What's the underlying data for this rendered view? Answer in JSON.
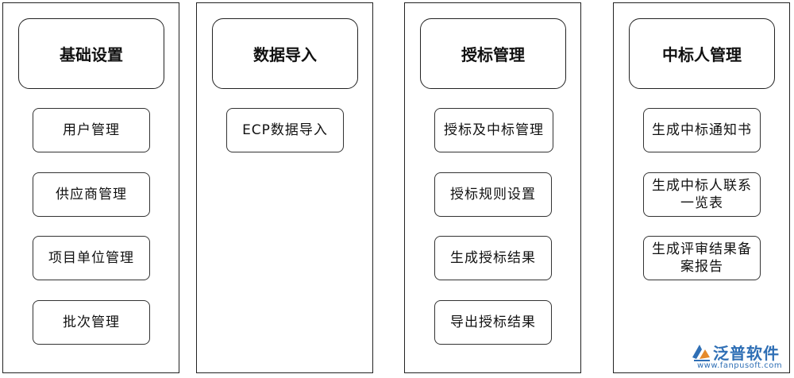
{
  "columns": [
    {
      "header": "基础设置",
      "items": [
        "用户管理",
        "供应商管理",
        "项目单位管理",
        "批次管理"
      ]
    },
    {
      "header": "数据导入",
      "items": [
        "ECP数据导入"
      ]
    },
    {
      "header": "授标管理",
      "items": [
        "授标及中标管理",
        "授标规则设置",
        "生成授标结果",
        "导出授标结果"
      ]
    },
    {
      "header": "中标人管理",
      "items": [
        "生成中标通知书",
        "生成中标人联系一览表",
        "生成评审结果备案报告"
      ]
    }
  ],
  "logo": {
    "name": "泛普软件",
    "url": "www.fanpusoft.com"
  }
}
